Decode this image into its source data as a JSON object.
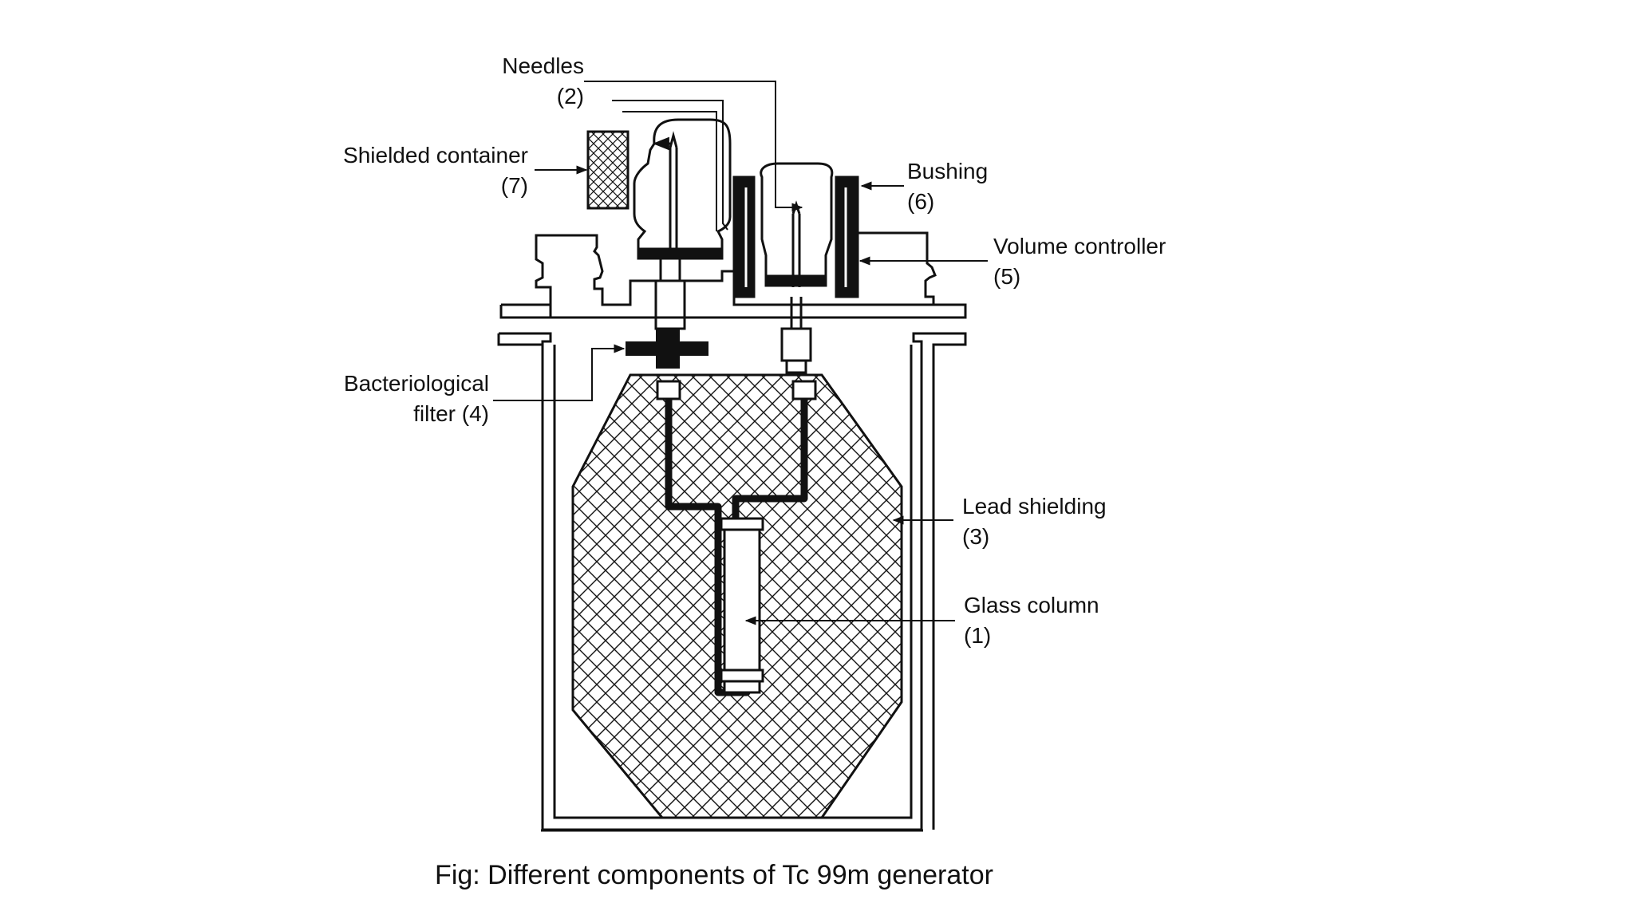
{
  "labels": {
    "needles": {
      "name": "Needles",
      "num": "(2)"
    },
    "shielded_container": {
      "name": "Shielded container",
      "num": "(7)"
    },
    "bushing": {
      "name": "Bushing",
      "num": "(6)"
    },
    "volume_controller": {
      "name": "Volume controller",
      "num": "(5)"
    },
    "bacteriological_filter": {
      "name1": "Bacteriological",
      "name2": "filter (4)"
    },
    "lead_shielding": {
      "name": "Lead shielding",
      "num": "(3)"
    },
    "glass_column": {
      "name": "Glass column",
      "num": "(1)"
    }
  },
  "caption": "Fig: Different components of Tc 99m generator",
  "colors": {
    "line": "#111111",
    "background": "#ffffff"
  }
}
